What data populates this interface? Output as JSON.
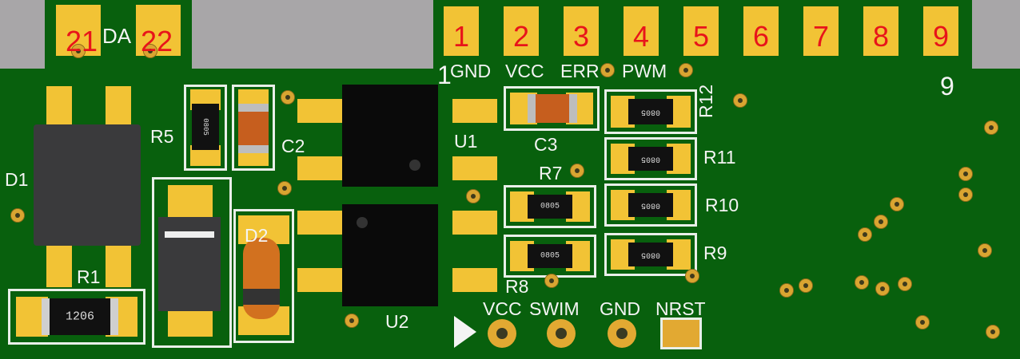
{
  "board": {
    "colors": {
      "pcb": "#08600d",
      "pad": "#f2c335",
      "silkscreen": "#f4f4f4",
      "pin_number": "#e8141a",
      "background": "#a8a6a8"
    }
  },
  "top_connector": {
    "pin_numbers": [
      "1",
      "2",
      "3",
      "4",
      "5",
      "6",
      "7",
      "8",
      "9"
    ],
    "signal_labels": [
      "GND",
      "VCC",
      "ERR",
      "PWM"
    ],
    "pin1_marker": "1",
    "pin9_marker": "9"
  },
  "da_connector": {
    "pin_numbers": [
      "21",
      "22"
    ],
    "label": "DA"
  },
  "designators": {
    "d1": "D1",
    "r1": "R1",
    "r5": "R5",
    "c2": "C2",
    "d2": "D2",
    "u1": "U1",
    "u2": "U2",
    "c3": "C3",
    "r7": "R7",
    "r8": "R8",
    "r9": "R9",
    "r10": "R10",
    "r11": "R11",
    "r12": "R12"
  },
  "component_markings": {
    "r1": "1206",
    "r5": "0805",
    "r7": "0805",
    "r8": "0805",
    "r9": "0805",
    "r10": "0805",
    "r11": "0805",
    "r12": "0805"
  },
  "swd_header": {
    "labels": [
      "VCC",
      "SWIM",
      "GND",
      "NRST"
    ]
  }
}
